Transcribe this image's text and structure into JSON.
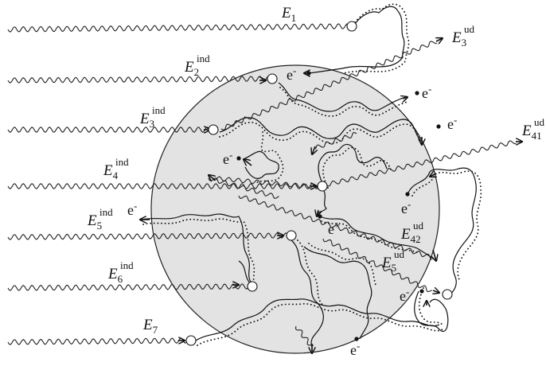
{
  "labels": {
    "E1": {
      "sym": "E",
      "sub": "1",
      "sup": ""
    },
    "E2": {
      "sym": "E",
      "sub": "2",
      "sup": "ind"
    },
    "E3": {
      "sym": "E",
      "sub": "3",
      "sup": "ind"
    },
    "E4": {
      "sym": "E",
      "sub": "4",
      "sup": "ind"
    },
    "E5": {
      "sym": "E",
      "sub": "5",
      "sup": "ind"
    },
    "E6": {
      "sym": "E",
      "sub": "6",
      "sup": "ind"
    },
    "E7": {
      "sym": "E",
      "sub": "7",
      "sup": ""
    },
    "E3ud": {
      "sym": "E",
      "sub": "3",
      "sup": "ud"
    },
    "E41ud": {
      "sym": "E",
      "sub": "41",
      "sup": "ud"
    },
    "E42ud": {
      "sym": "E",
      "sub": "42",
      "sup": "ud"
    },
    "E5ud": {
      "sym": "E",
      "sub": "5",
      "sup": "ud"
    }
  },
  "particles": {
    "electron": "e",
    "electron_charge": "-",
    "positron": "e",
    "positron_charge": "+"
  },
  "colors": {
    "sphere_fill": "#e3e3e3",
    "line": "#111111"
  }
}
